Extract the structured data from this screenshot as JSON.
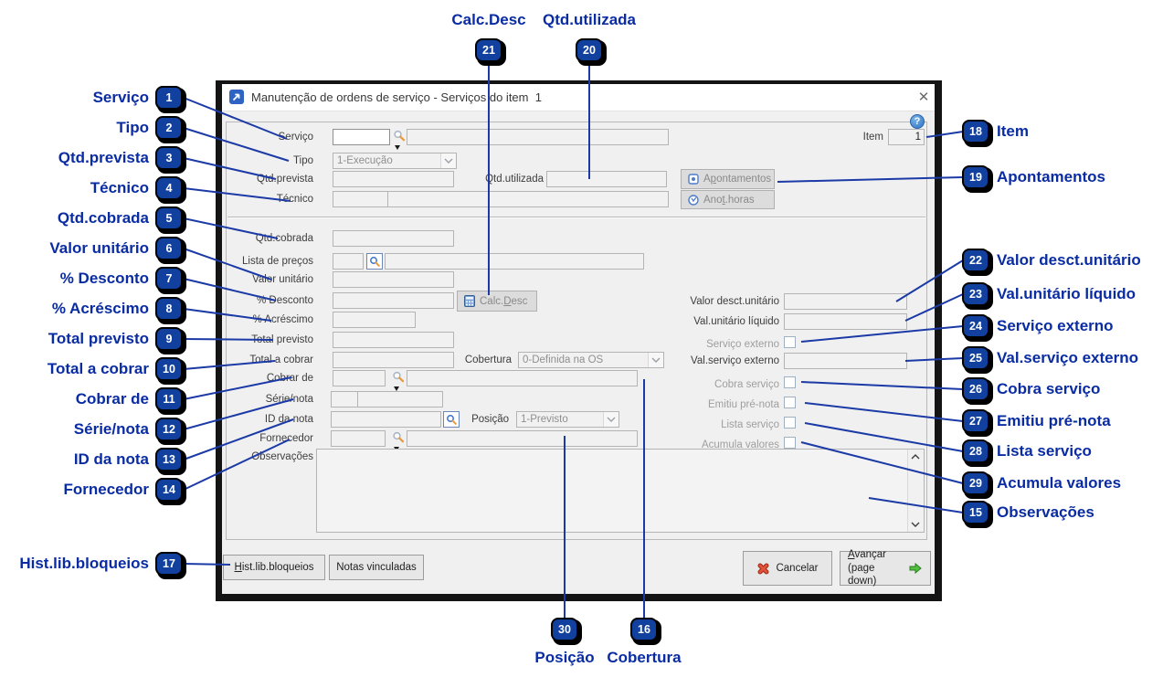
{
  "window": {
    "title": "Manutenção de ordens de serviço - Serviços do item  1",
    "close_glyph": "✕",
    "help_glyph": "?"
  },
  "form": {
    "servico": "Serviço",
    "tipo": "Tipo",
    "tipo_value": "1-Execução",
    "qtd_prevista": "Qtd.prevista",
    "qtd_utilizada": "Qtd.utilizada",
    "tecnico": "Técnico",
    "item": "Item",
    "item_value": "1",
    "qtd_cobrada": "Qtd.cobrada",
    "lista_precos": "Lista de preços",
    "valor_unitario": "Valor unitário",
    "pct_desconto": "% Desconto",
    "pct_acrescimo": "% Acréscimo",
    "total_previsto": "Total previsto",
    "total_a_cobrar": "Total a cobrar",
    "cobertura": "Cobertura",
    "cobertura_value": "0-Definida na OS",
    "cobrar_de": "Cobrar de",
    "serie_nota": "Série/nota",
    "id_da_nota": "ID da nota",
    "posicao": "Posição",
    "posicao_value": "1-Previsto",
    "fornecedor": "Fornecedor",
    "observacoes": "Observações",
    "valor_desct_unitario": "Valor desct.unitário",
    "val_unitario_liquido": "Val.unitário líquido",
    "servico_externo": "Serviço externo",
    "val_servico_externo": "Val.serviço externo",
    "cobra_servico": "Cobra serviço",
    "emitiu_pre_nota": "Emitiu pré-nota",
    "lista_servico": "Lista serviço",
    "acumula_valores": "Acumula valores"
  },
  "buttons": {
    "apontamentos": {
      "text": "Apontamentos",
      "accel": 1
    },
    "anot_horas": {
      "text": "Anot.horas",
      "accel": 3
    },
    "calc_desc": {
      "text": "Calc.Desc",
      "accel": 5
    },
    "hist_lib_bloqueios": {
      "text": "Hist.lib.bloqueios",
      "accel": 0
    },
    "notas_vinculadas": {
      "text": "Notas vinculadas"
    },
    "cancelar": {
      "text": "Cancelar"
    },
    "avancar": {
      "text": "Avançar",
      "accel": 0
    },
    "avancar_sub": {
      "text": "(page down)"
    }
  },
  "icons": {
    "app_icon": "totvs-rm-arrow",
    "close_icon": "x",
    "help_icon": "question-circle",
    "lookup_icon": "magnifier",
    "zoom_button_icon": "magnifier-boxed",
    "apontamentos_icon": "note-square",
    "anot_horas_icon": "clock-circle",
    "calc_icon": "calculator",
    "cancel_icon": "red-x",
    "advance_icon": "green-right-arrow",
    "dropdown_icon": "chevron-down",
    "scroll_up_icon": "chevron-up",
    "scroll_down_icon": "chevron-down"
  },
  "colors": {
    "callout_navy": "#0a2ca3",
    "badge_fill": "#11409e",
    "line": "#1b3aa6"
  },
  "callouts": {
    "top": [
      {
        "n": "21",
        "label": "Calc.Desc"
      },
      {
        "n": "20",
        "label": "Qtd.utilizada"
      }
    ],
    "bottom": [
      {
        "n": "30",
        "label": "Posição"
      },
      {
        "n": "16",
        "label": "Cobertura"
      }
    ],
    "left": [
      {
        "n": "1",
        "label": "Serviço"
      },
      {
        "n": "2",
        "label": "Tipo"
      },
      {
        "n": "3",
        "label": "Qtd.prevista"
      },
      {
        "n": "4",
        "label": "Técnico"
      },
      {
        "n": "5",
        "label": "Qtd.cobrada"
      },
      {
        "n": "6",
        "label": "Valor unitário"
      },
      {
        "n": "7",
        "label": "% Desconto"
      },
      {
        "n": "8",
        "label": "% Acréscimo"
      },
      {
        "n": "9",
        "label": "Total previsto"
      },
      {
        "n": "10",
        "label": "Total a cobrar"
      },
      {
        "n": "11",
        "label": "Cobrar de"
      },
      {
        "n": "12",
        "label": "Série/nota"
      },
      {
        "n": "13",
        "label": "ID da nota"
      },
      {
        "n": "14",
        "label": "Fornecedor"
      },
      {
        "n": "17",
        "label": "Hist.lib.bloqueios"
      }
    ],
    "right": [
      {
        "n": "18",
        "label": "Item"
      },
      {
        "n": "19",
        "label": "Apontamentos"
      },
      {
        "n": "22",
        "label": "Valor desct.unitário"
      },
      {
        "n": "23",
        "label": "Val.unitário líquido"
      },
      {
        "n": "24",
        "label": "Serviço externo"
      },
      {
        "n": "25",
        "label": "Val.serviço externo"
      },
      {
        "n": "26",
        "label": "Cobra serviço"
      },
      {
        "n": "27",
        "label": "Emitiu pré-nota"
      },
      {
        "n": "28",
        "label": "Lista serviço"
      },
      {
        "n": "29",
        "label": "Acumula valores"
      },
      {
        "n": "15",
        "label": "Observações"
      }
    ]
  }
}
